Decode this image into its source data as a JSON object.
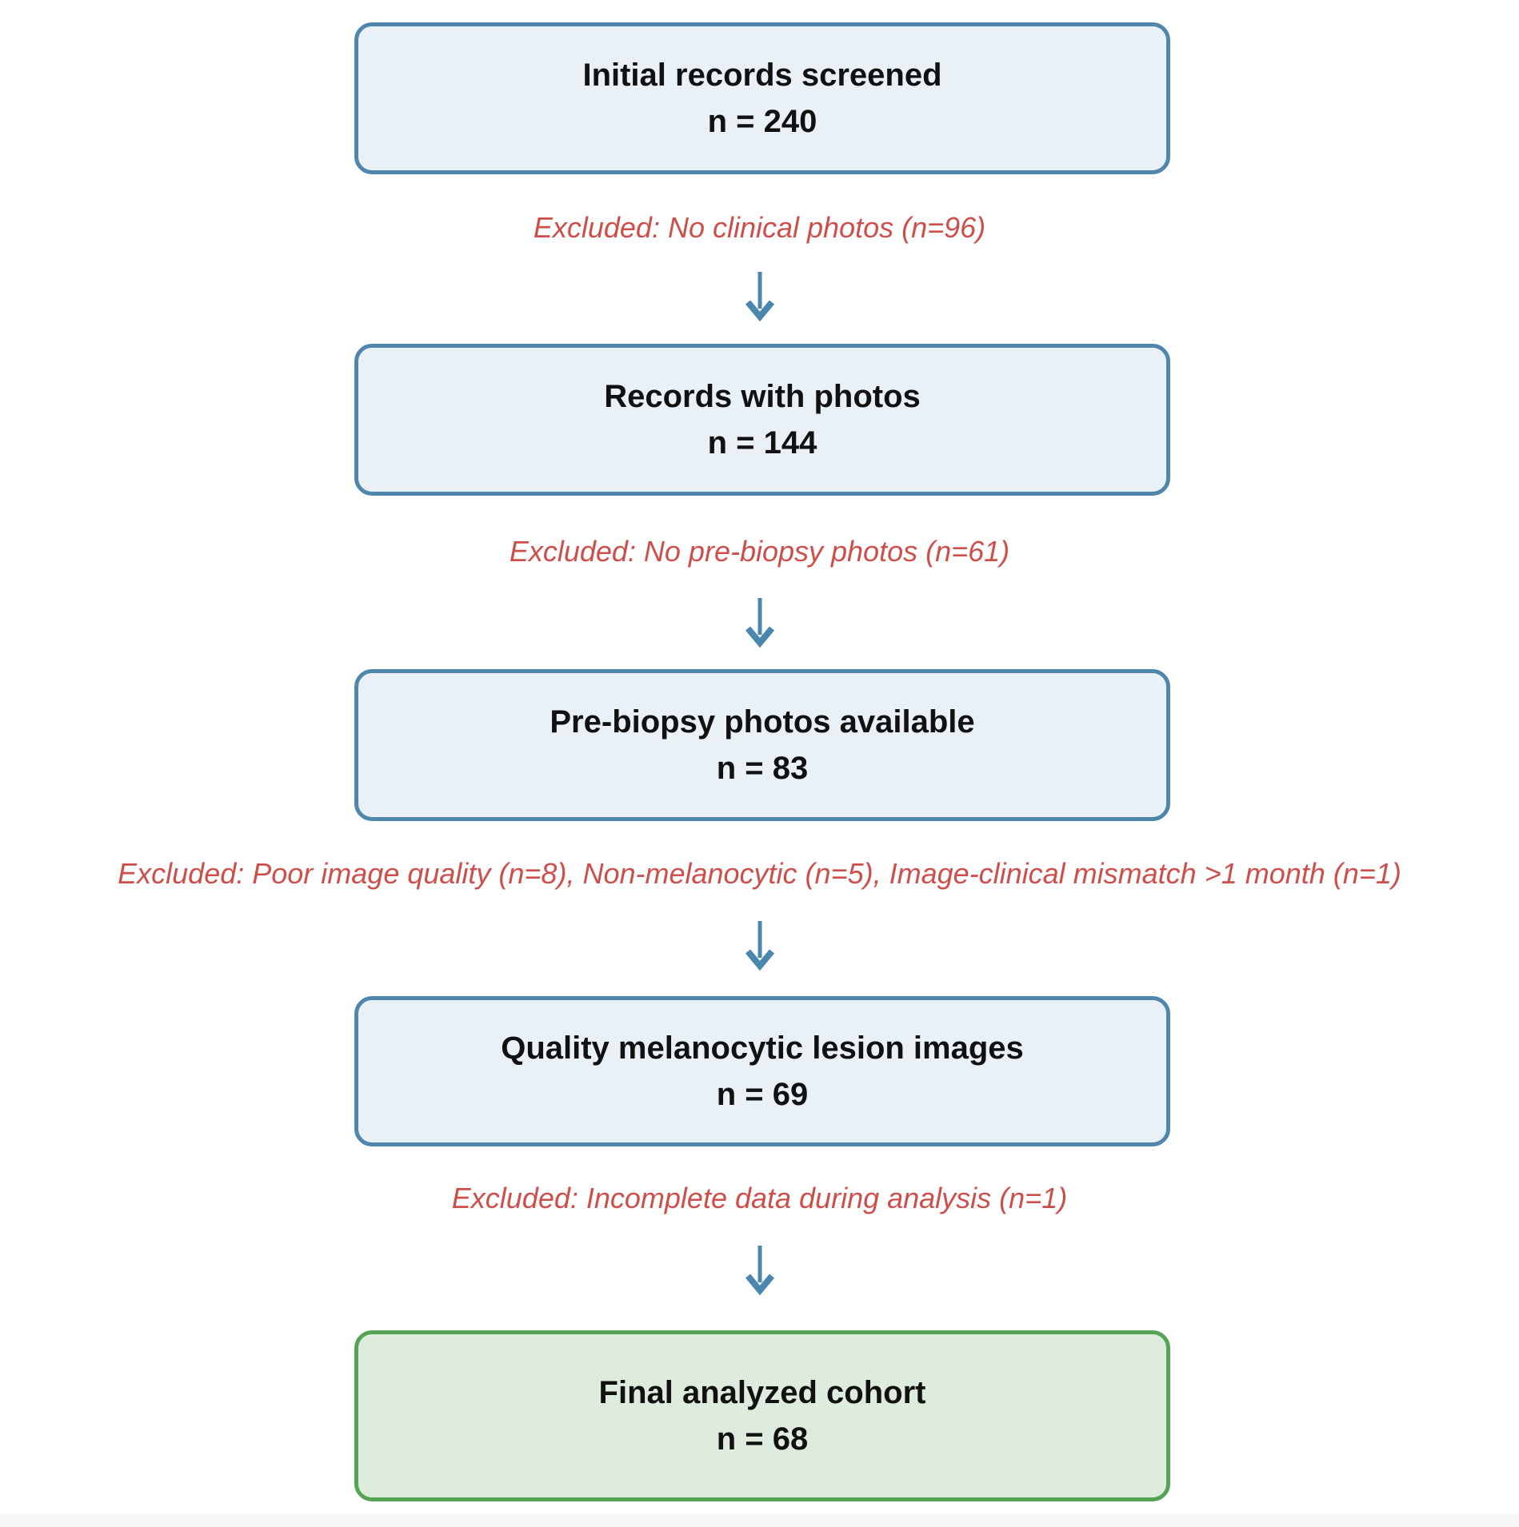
{
  "flowchart": {
    "boxes": [
      {
        "title": "Initial records screened",
        "count": "n = 240"
      },
      {
        "title": "Records with photos",
        "count": "n = 144"
      },
      {
        "title": "Pre-biopsy photos available",
        "count": "n = 83"
      },
      {
        "title": "Quality melanocytic lesion images",
        "count": "n = 69"
      },
      {
        "title": "Final analyzed cohort",
        "count": "n = 68"
      }
    ],
    "exclusions": [
      "Excluded: No clinical photos (n=96)",
      "Excluded: No pre-biopsy photos (n=61)",
      "Excluded: Poor image quality (n=8), Non-melanocytic (n=5), Image-clinical mismatch >1 month (n=1)",
      "Excluded: Incomplete data during analysis (n=1)"
    ],
    "icons": [
      "down-arrow-icon",
      "down-arrow-icon",
      "down-arrow-icon",
      "down-arrow-icon"
    ],
    "colors": {
      "box_border": "#4e86ac",
      "box_fill": "#e9f1f6",
      "final_border": "#55a455",
      "final_fill": "#ddecdd",
      "arrow": "#4987ae",
      "exclusion_text": "#cd4f4c",
      "box_text": "#111111"
    }
  }
}
